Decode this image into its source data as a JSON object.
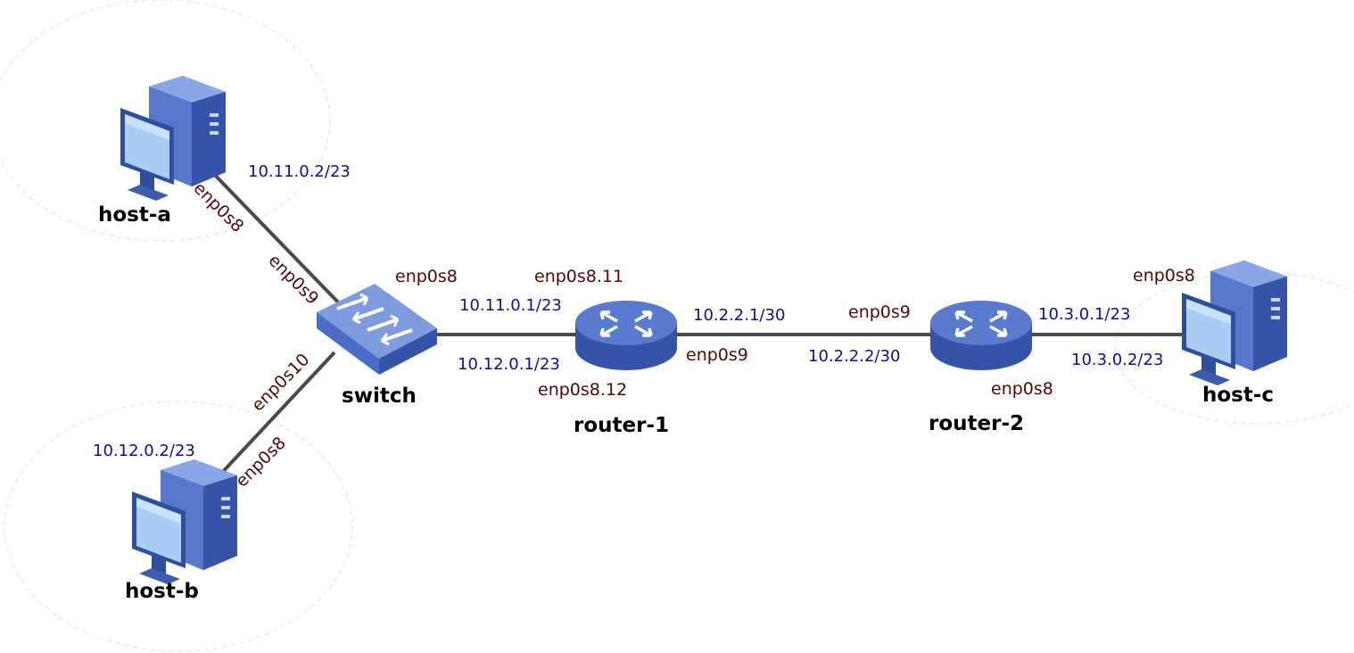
{
  "colors": {
    "link": "#4a4a4a",
    "interface_label": "#4d0a0a",
    "ip_label": "#10108f",
    "device_body": "#4a6cc4",
    "device_top": "#7e9be0",
    "screen": "#9ec3f2",
    "zone_outline": "#ececec"
  },
  "nodes": {
    "host_a": {
      "label": "host-a",
      "icon": "desktop-computer-icon"
    },
    "host_b": {
      "label": "host-b",
      "icon": "desktop-computer-icon"
    },
    "host_c": {
      "label": "host-c",
      "icon": "desktop-computer-icon"
    },
    "switch": {
      "label": "switch",
      "icon": "switch-icon"
    },
    "router_1": {
      "label": "router-1",
      "icon": "router-icon"
    },
    "router_2": {
      "label": "router-2",
      "icon": "router-icon"
    }
  },
  "links": {
    "host_a_switch": {
      "host_iface": "enp0s8",
      "host_ip": "10.11.0.2/23",
      "switch_iface": "enp0s9"
    },
    "host_b_switch": {
      "host_iface": "enp0s8",
      "host_ip": "10.12.0.2/23",
      "switch_iface": "enp0s10"
    },
    "switch_router_1": {
      "switch_iface": "enp0s8",
      "router_iface_vlan11": "enp0s8.11",
      "router_ip_vlan11": "10.11.0.1/23",
      "router_iface_vlan12": "enp0s8.12",
      "router_ip_vlan12": "10.12.0.1/23"
    },
    "router_1_router_2": {
      "r1_iface": "enp0s9",
      "r1_ip": "10.2.2.1/30",
      "r2_iface": "enp0s9",
      "r2_ip": "10.2.2.2/30"
    },
    "router_2_host_c": {
      "r2_iface": "enp0s8",
      "r2_ip": "10.3.0.1/23",
      "host_iface": "enp0s8",
      "host_ip": "10.3.0.2/23"
    }
  }
}
